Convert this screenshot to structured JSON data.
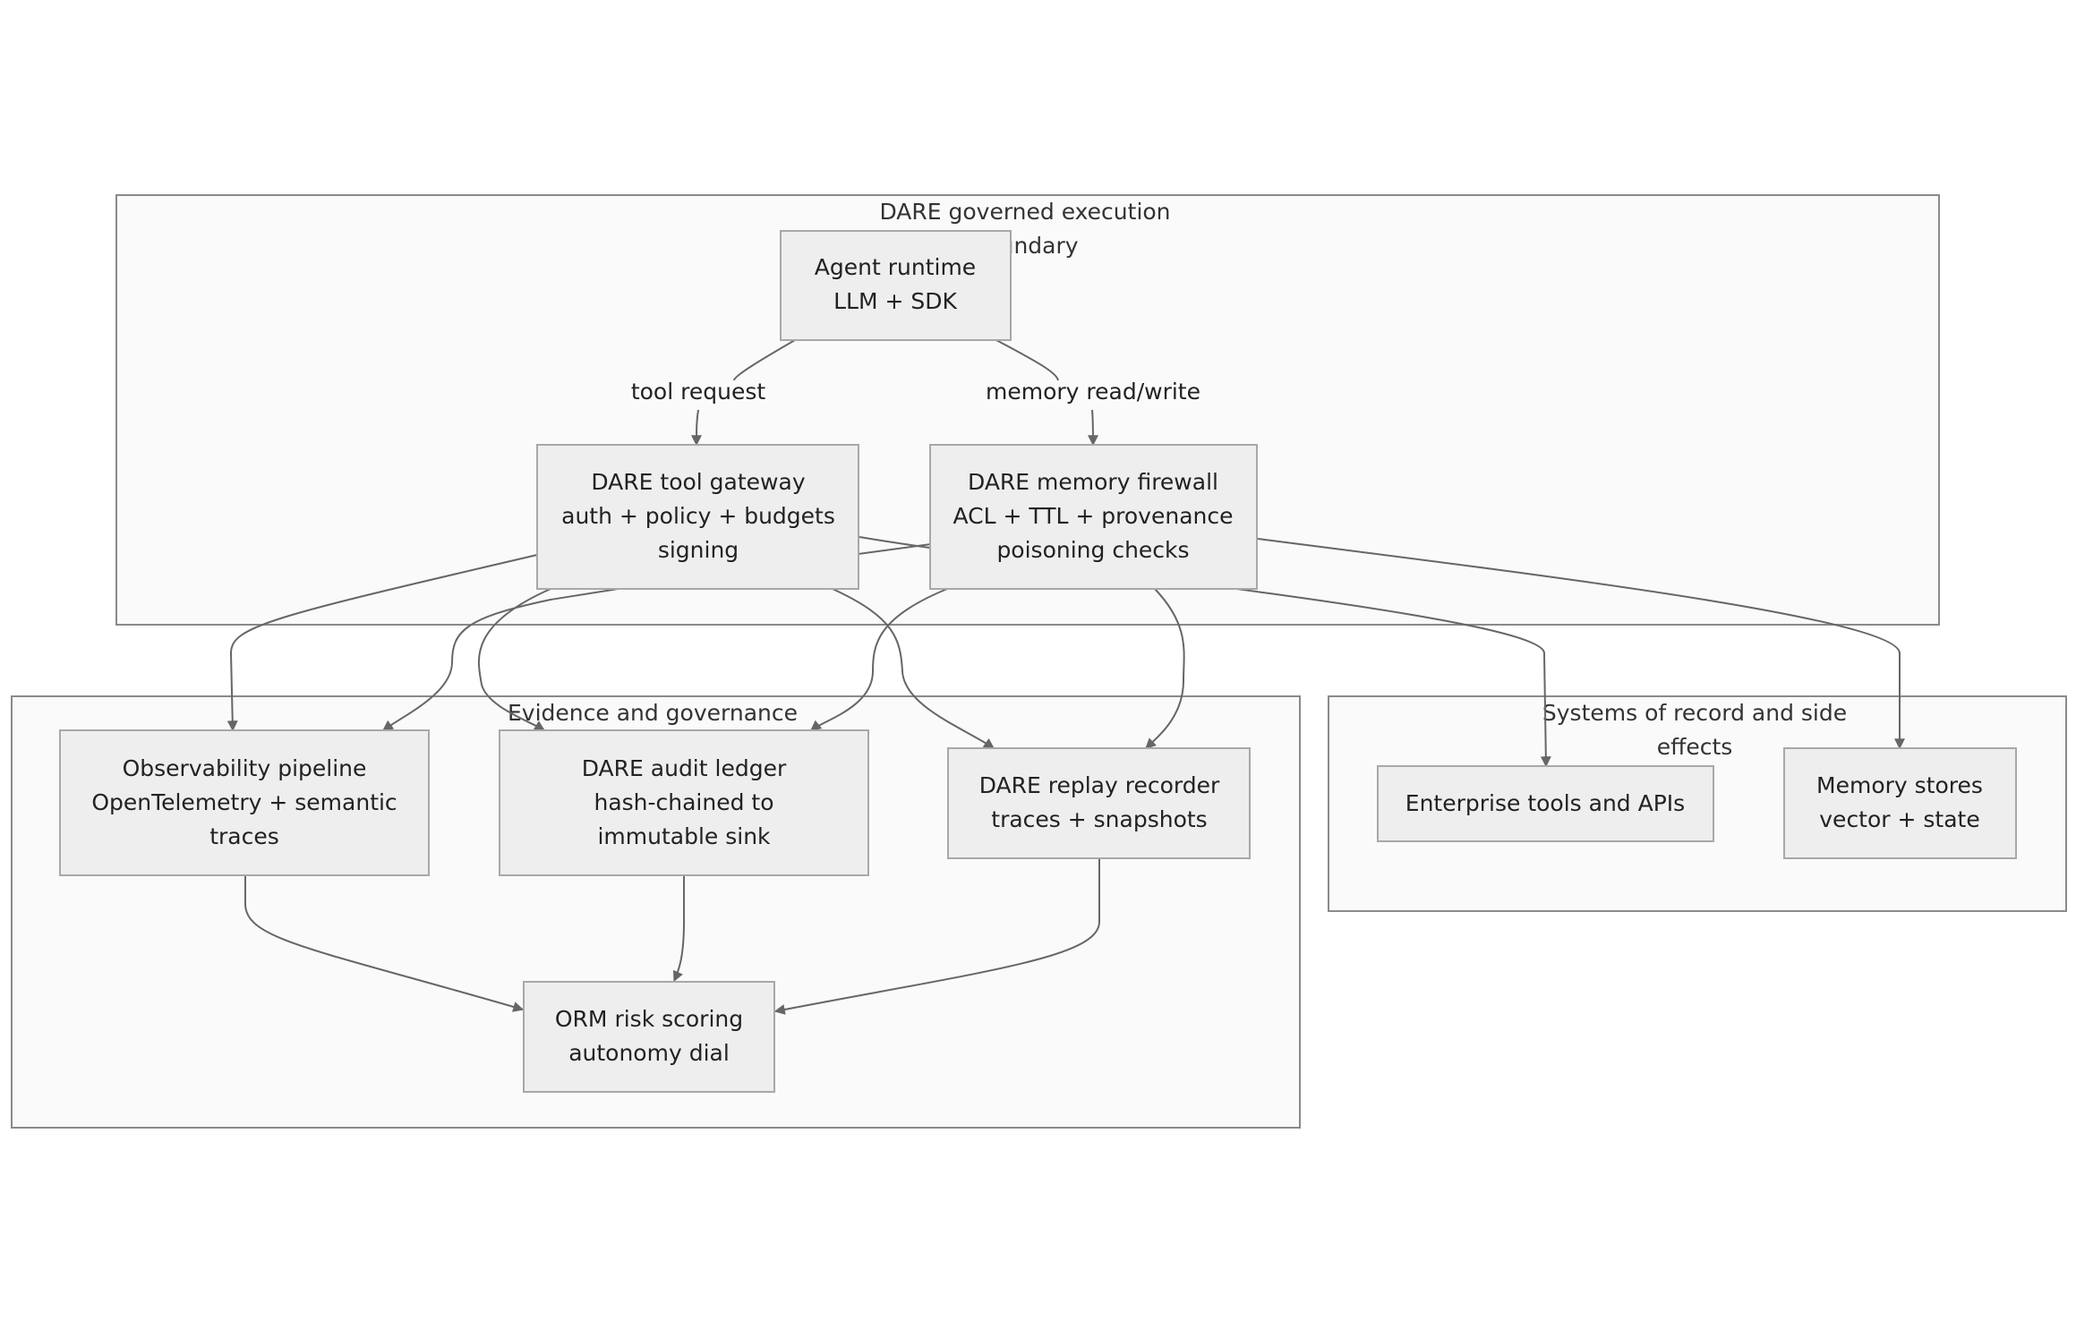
{
  "clusters": {
    "boundary": {
      "title_line1": "DARE governed execution",
      "title_line2": "boundary"
    },
    "evidence": {
      "title": "Evidence and governance"
    },
    "systems": {
      "title_line1": "Systems of record and side",
      "title_line2": "effects"
    }
  },
  "nodes": {
    "agent": {
      "line1": "Agent runtime",
      "line2": "LLM + SDK"
    },
    "gateway": {
      "line1": "DARE tool gateway",
      "line2": "auth + policy + budgets",
      "line3": "signing"
    },
    "firewall": {
      "line1": "DARE memory firewall",
      "line2": "ACL + TTL + provenance",
      "line3": "poisoning checks"
    },
    "observability": {
      "line1": "Observability pipeline",
      "line2": "OpenTelemetry + semantic",
      "line3": "traces"
    },
    "ledger": {
      "line1": "DARE audit ledger",
      "line2": "hash-chained to",
      "line3": "immutable sink"
    },
    "replay": {
      "line1": "DARE replay recorder",
      "line2": "traces + snapshots"
    },
    "orm": {
      "line1": "ORM risk scoring",
      "line2": "autonomy dial"
    },
    "tools": {
      "line1": "Enterprise tools and APIs"
    },
    "memory": {
      "line1": "Memory stores",
      "line2": "vector + state"
    }
  },
  "edge_labels": {
    "tool_request": "tool request",
    "memory_rw": "memory read/write"
  }
}
